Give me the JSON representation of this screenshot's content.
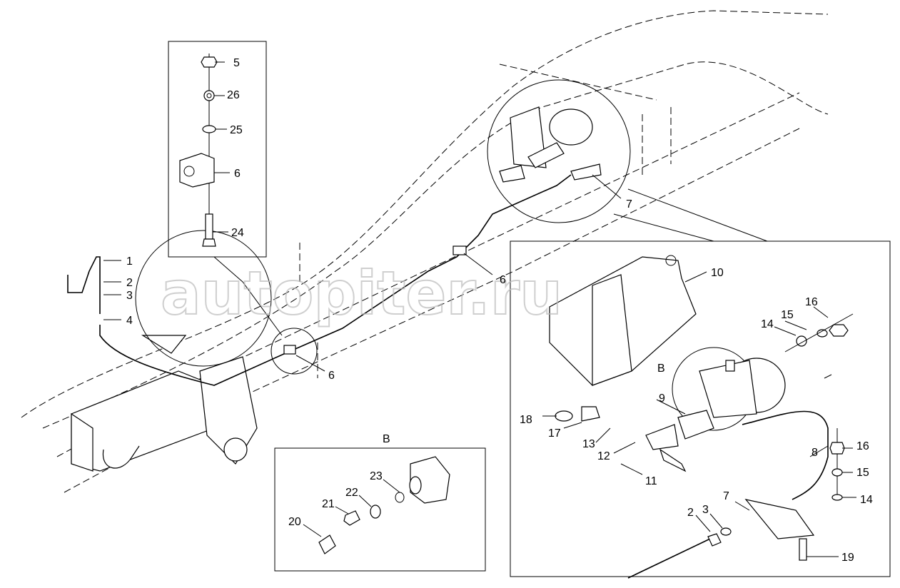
{
  "watermark": "autopiter.ru",
  "inset_top": {
    "labels": [
      "5",
      "26",
      "25",
      "6",
      "24"
    ]
  },
  "main_view": {
    "labels": [
      "1",
      "2",
      "3",
      "4",
      "6",
      "6",
      "7"
    ]
  },
  "detail_view": {
    "labels": [
      "10",
      "16",
      "15",
      "14",
      "B",
      "9",
      "18",
      "17",
      "13",
      "12",
      "11",
      "8",
      "16",
      "15",
      "14",
      "7",
      "2",
      "3",
      "19"
    ]
  },
  "detail_b": {
    "title": "B",
    "labels": [
      "23",
      "22",
      "21",
      "20"
    ]
  }
}
